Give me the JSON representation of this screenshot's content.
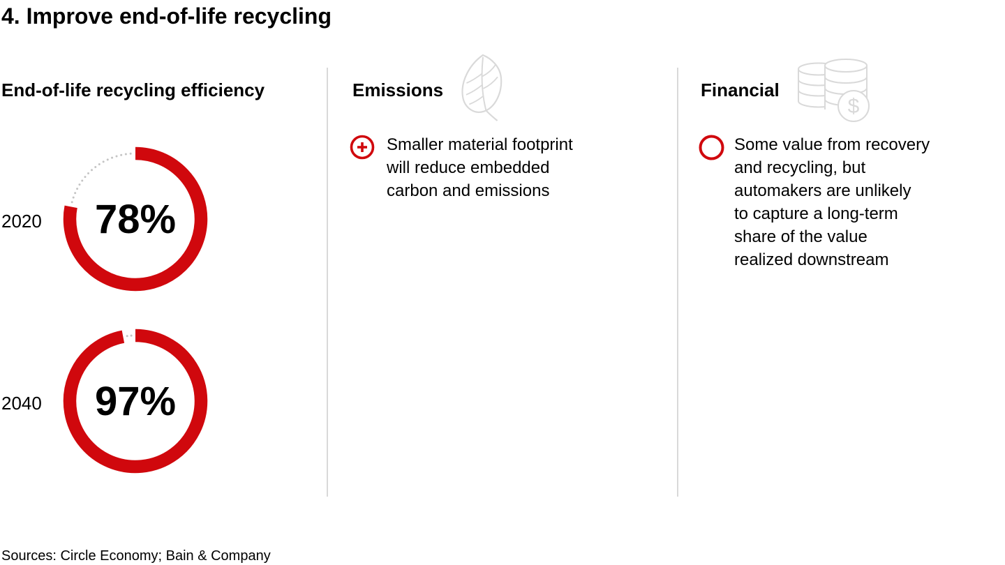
{
  "title": "4. Improve end-of-life recycling",
  "colors": {
    "accent_red": "#d0080d",
    "icon_gray": "#d9d9d9",
    "dot_gray": "#c4c4c4",
    "divider_gray": "#d9d9d9",
    "text_black": "#000000"
  },
  "columns": {
    "efficiency": {
      "header": "End-of-life recycling efficiency"
    },
    "emissions": {
      "header": "Emissions",
      "icon": "leaf-icon",
      "bullet_icon": "plus-circle-icon",
      "bullet_text": "Smaller material footprint\nwill reduce embedded\ncarbon and emissions"
    },
    "financial": {
      "header": "Financial",
      "icon": "coins-icon",
      "bullet_icon": "circle-icon",
      "bullet_text": "Some value from recovery\nand recycling, but\nautomakers are unlikely\nto capture a long-term\nshare of the value\nrealized downstream"
    }
  },
  "chart_data": {
    "type": "donut",
    "title": "End-of-life recycling efficiency",
    "unit": "%",
    "categories": [
      "2020",
      "2040"
    ],
    "values": [
      78,
      97
    ],
    "rings": [
      {
        "label": "2020",
        "value": 78,
        "display": "78%"
      },
      {
        "label": "2040",
        "value": 97,
        "display": "97%"
      }
    ],
    "style": {
      "start_angle": "top",
      "direction": "clockwise",
      "filled_color": "#d0080d",
      "remainder_style": "dotted-gray"
    }
  },
  "footer": {
    "sources": "Sources: Circle Economy; Bain & Company"
  },
  "coin_icon_dollar": "$"
}
